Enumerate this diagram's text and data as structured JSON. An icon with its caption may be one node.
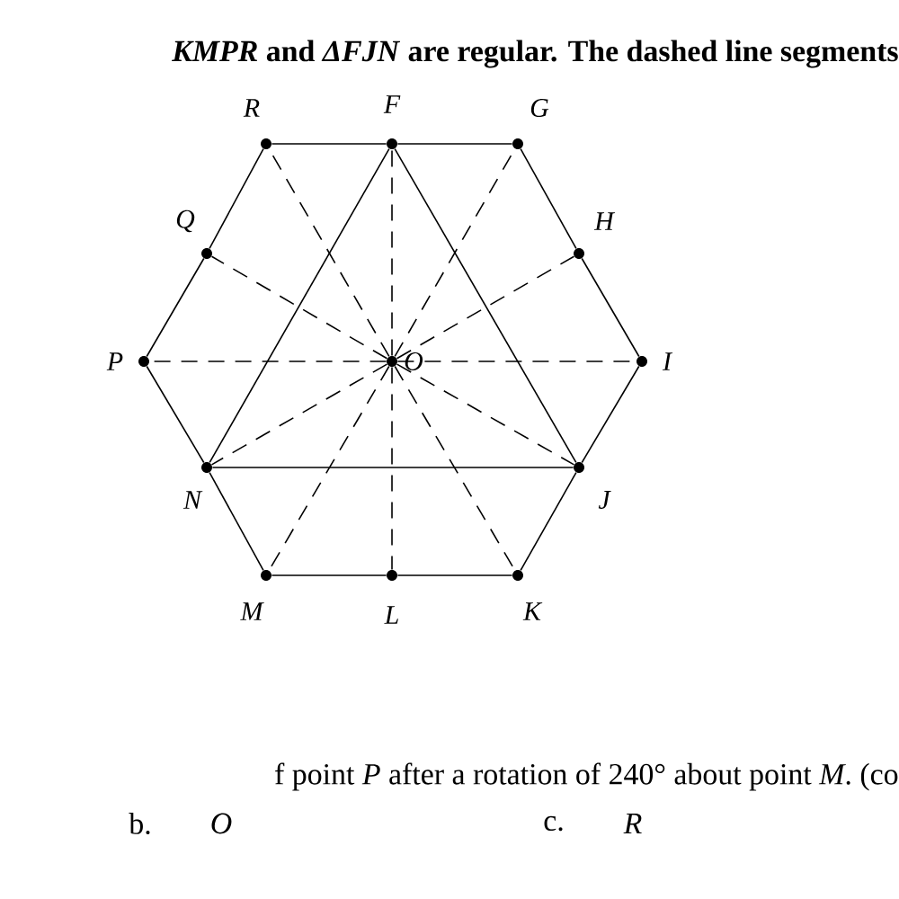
{
  "diagram": {
    "nodes": [
      {
        "text": [
          "R"
        ]
      },
      {
        "text": [
          "F"
        ]
      },
      {
        "text": [
          "G"
        ]
      },
      {
        "text": [
          "Q"
        ]
      },
      {
        "text": [
          "H"
        ]
      },
      {
        "text": [
          "P"
        ]
      },
      {
        "text": [
          "O"
        ]
      },
      {
        "text": [
          "I"
        ]
      },
      {
        "text": [
          "N"
        ]
      },
      {
        "text": [
          "J"
        ]
      },
      {
        "text": [
          "M"
        ]
      },
      {
        "text": [
          "L"
        ]
      },
      {
        "text": [
          "K"
        ]
      }
    ],
    "edges": [
      {
        "from": 0,
        "to": 1,
        "arrow": "none"
      },
      {
        "from": 1,
        "to": 2,
        "arrow": "none"
      },
      {
        "from": 2,
        "to": 4,
        "arrow": "none"
      },
      {
        "from": 4,
        "to": 7,
        "arrow": "none"
      },
      {
        "from": 7,
        "to": 9,
        "arrow": "none"
      },
      {
        "from": 9,
        "to": 12,
        "arrow": "none"
      },
      {
        "from": 12,
        "to": 11,
        "arrow": "none"
      },
      {
        "from": 11,
        "to": 10,
        "arrow": "none"
      },
      {
        "from": 10,
        "to": 8,
        "arrow": "none"
      },
      {
        "from": 8,
        "to": 5,
        "arrow": "none"
      },
      {
        "from": 5,
        "to": 3,
        "arrow": "none"
      },
      {
        "from": 3,
        "to": 0,
        "arrow": "none"
      },
      {
        "from": 1,
        "to": 9,
        "arrow": "none"
      },
      {
        "from": 9,
        "to": 8,
        "arrow": "none"
      },
      {
        "from": 8,
        "to": 1,
        "arrow": "none"
      },
      {
        "from": 6,
        "to": 0,
        "arrow": "none",
        "style": "dashed"
      },
      {
        "from": 6,
        "to": 1,
        "arrow": "none",
        "style": "dashed"
      },
      {
        "from": 6,
        "to": 2,
        "arrow": "none",
        "style": "dashed"
      },
      {
        "from": 6,
        "to": 3,
        "arrow": "none",
        "style": "dashed"
      },
      {
        "from": 6,
        "to": 4,
        "arrow": "none",
        "style": "dashed"
      },
      {
        "from": 6,
        "to": 5,
        "arrow": "none",
        "style": "dashed"
      },
      {
        "from": 6,
        "to": 7,
        "arrow": "none",
        "style": "dashed"
      },
      {
        "from": 6,
        "to": 8,
        "arrow": "none",
        "style": "dashed"
      },
      {
        "from": 6,
        "to": 9,
        "arrow": "none",
        "style": "dashed"
      },
      {
        "from": 6,
        "to": 10,
        "arrow": "none",
        "style": "dashed"
      },
      {
        "from": 6,
        "to": 11,
        "arrow": "none",
        "style": "dashed"
      },
      {
        "from": 6,
        "to": 12,
        "arrow": "none",
        "style": "dashed"
      }
    ],
    "labels": [
      "*KMPR* and *ΔFJN* are regular. The dashed line segments",
      "f point *P* after a rotation of 240° about point *M*. (co",
      "b.",
      "*O*",
      "c.",
      "*R*"
    ]
  }
}
